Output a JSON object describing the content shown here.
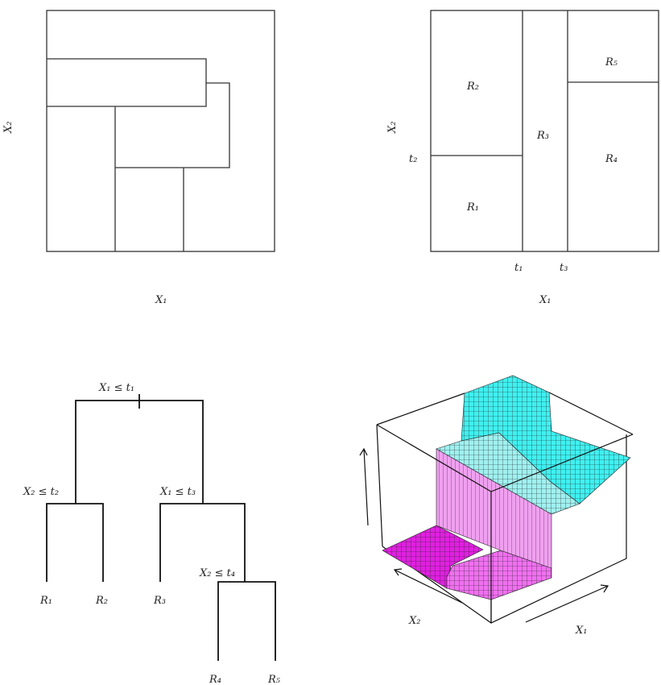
{
  "panel_partition_nonrecursive": {
    "xlabel": "X₁",
    "ylabel": "X₂"
  },
  "panel_partition_recursive": {
    "xlabel": "X₁",
    "ylabel": "X₂",
    "regions": [
      "R₁",
      "R₂",
      "R₃",
      "R₄",
      "R₅"
    ],
    "thresholds": {
      "t1": "t₁",
      "t2": "t₂",
      "t3": "t₃"
    }
  },
  "panel_tree": {
    "root_split": "X₁ ≤ t₁",
    "left_split": "X₂ ≤ t₂",
    "right_split": "X₁ ≤ t₃",
    "right_right_split": "X₂ ≤ t₄",
    "leaves": [
      "R₁",
      "R₂",
      "R₃",
      "R₄",
      "R₅"
    ]
  },
  "panel_surface": {
    "xlabel": "X₁",
    "ylabel": "X₂",
    "colors": {
      "low": "#e020e0",
      "mid": "#f0a0f0",
      "high": "#40f0f0",
      "mid_high": "#a0f0f0"
    }
  }
}
